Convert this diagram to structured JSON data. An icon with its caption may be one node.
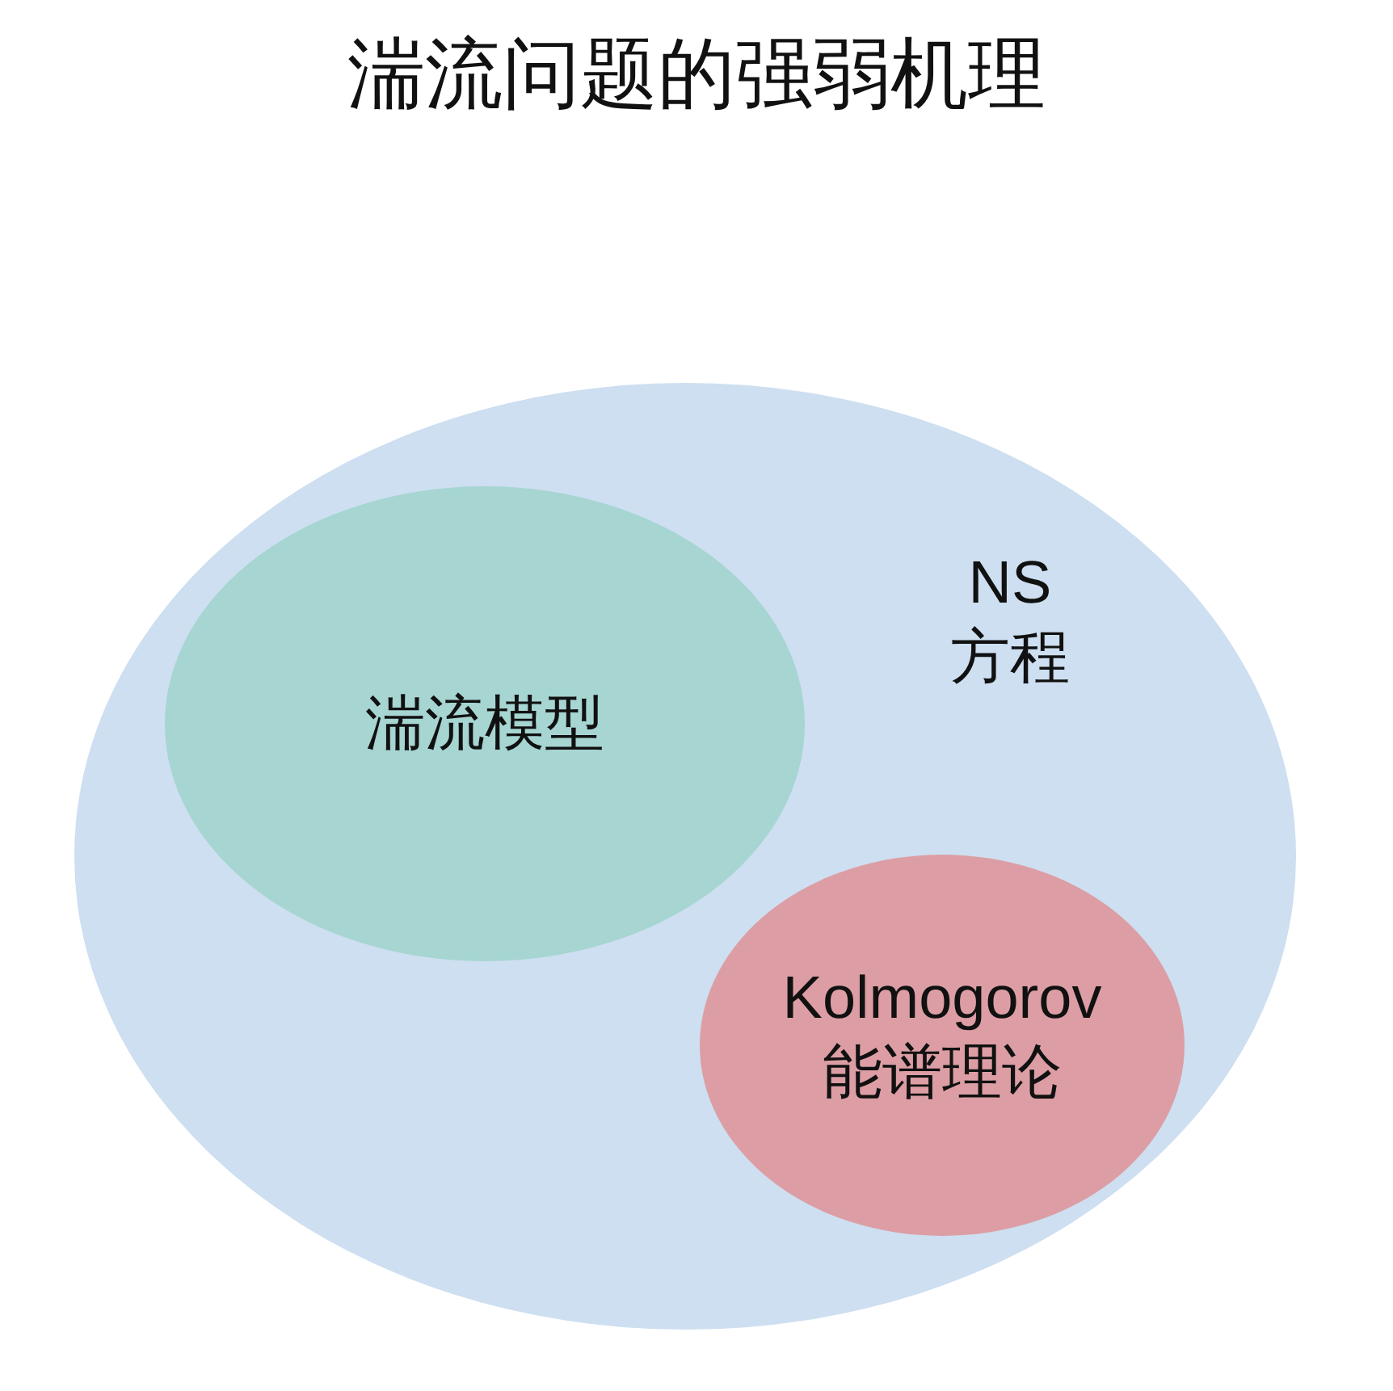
{
  "diagram": {
    "title": "湍流问题的强弱机理",
    "nodes": [
      {
        "text": [
          "NS 方程"
        ]
      },
      {
        "text": [
          "湍流模型"
        ],
        "in": 0
      },
      {
        "text": [
          "Kolmogorov 能谱理论"
        ],
        "in": 0
      }
    ]
  }
}
